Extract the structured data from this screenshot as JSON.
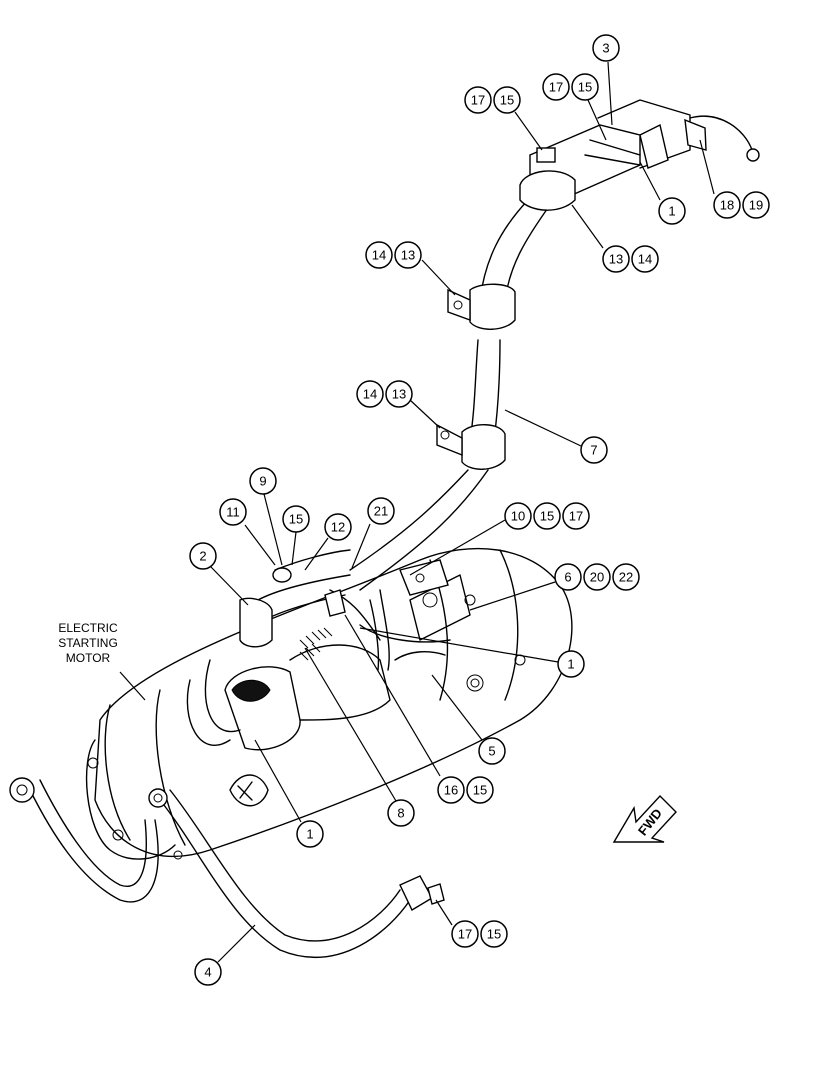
{
  "caption": {
    "lines": [
      "ELECTRIC",
      "STARTING",
      "MOTOR"
    ]
  },
  "fwd_label": "FWD",
  "callouts": {
    "c3": "3",
    "c17a": "17",
    "c15a": "15",
    "c17b": "17",
    "c15b": "15",
    "c1a": "1",
    "c18": "18",
    "c19": "19",
    "c13a": "13",
    "c14a": "14",
    "c14b": "14",
    "c13b": "13",
    "c14c": "14",
    "c13c": "13",
    "c7": "7",
    "c9": "9",
    "c11": "11",
    "c15c": "15",
    "c12": "12",
    "c21": "21",
    "c10": "10",
    "c15d": "15",
    "c17c": "17",
    "c2": "2",
    "c6": "6",
    "c20": "20",
    "c22": "22",
    "c1b": "1",
    "c5": "5",
    "c16": "16",
    "c15e": "15",
    "c8": "8",
    "c1c": "1",
    "c17d": "17",
    "c15f": "15",
    "c4": "4"
  }
}
